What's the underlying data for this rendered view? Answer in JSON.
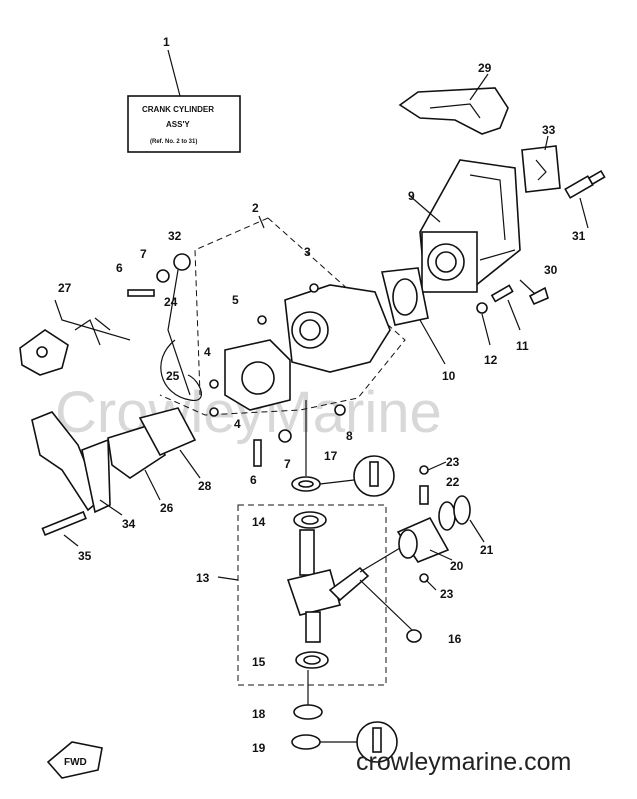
{
  "callout_box": {
    "line1": "CRANK CYLINDER",
    "line2": "ASS'Y",
    "line3": "(Ref. No. 2 to 31)"
  },
  "watermark": "CrowleyMarine",
  "website": "crowleymarine.com",
  "fwd_label": "FWD",
  "labels": {
    "p1": "1",
    "p2": "2",
    "p3": "3",
    "p4a": "4",
    "p4b": "4",
    "p5": "5",
    "p6a": "6",
    "p6b": "6",
    "p7a": "7",
    "p7b": "7",
    "p8": "8",
    "p9": "9",
    "p10": "10",
    "p11": "11",
    "p12": "12",
    "p13": "13",
    "p14": "14",
    "p15": "15",
    "p16": "16",
    "p17": "17",
    "p18": "18",
    "p19": "19",
    "p20": "20",
    "p21": "21",
    "p22": "22",
    "p23a": "23",
    "p23b": "23",
    "p24": "24",
    "p25": "25",
    "p26": "26",
    "p27": "27",
    "p28": "28",
    "p29": "29",
    "p30": "30",
    "p31": "31",
    "p32": "32",
    "p33": "33",
    "p34": "34",
    "p35": "35"
  }
}
